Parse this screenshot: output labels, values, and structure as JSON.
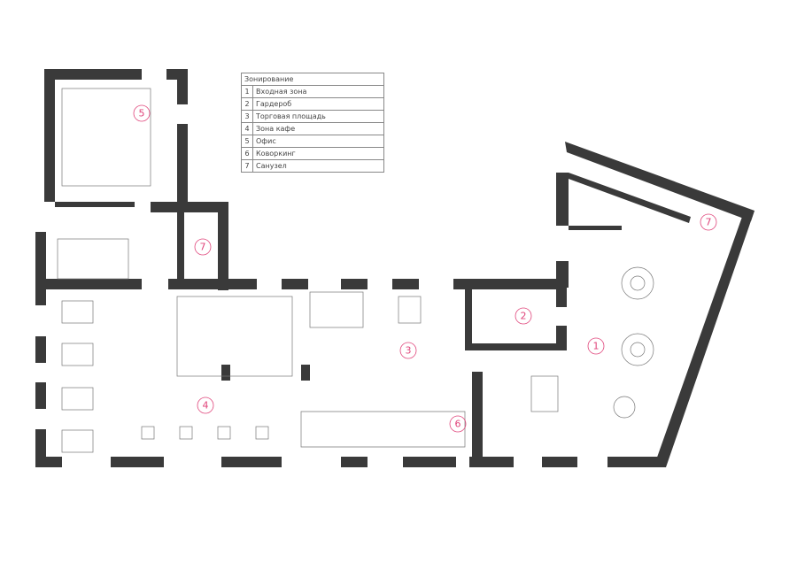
{
  "legend": {
    "title": "Зонирование",
    "items": [
      {
        "num": "1",
        "label": "Входная зона"
      },
      {
        "num": "2",
        "label": "Гардероб"
      },
      {
        "num": "3",
        "label": "Торговая площадь"
      },
      {
        "num": "4",
        "label": "Зона кафе"
      },
      {
        "num": "5",
        "label": "Офис"
      },
      {
        "num": "6",
        "label": "Коворкинг"
      },
      {
        "num": "7",
        "label": "Санузел"
      }
    ]
  },
  "zone_markers": {
    "entrance": "1",
    "wardrobe": "2",
    "sales": "3",
    "cafe": "4",
    "office": "5",
    "coworking": "6",
    "wc_left": "7",
    "wc_right": "7"
  },
  "colors": {
    "walls": "#3a3a3a",
    "markers": "#e0457b"
  }
}
